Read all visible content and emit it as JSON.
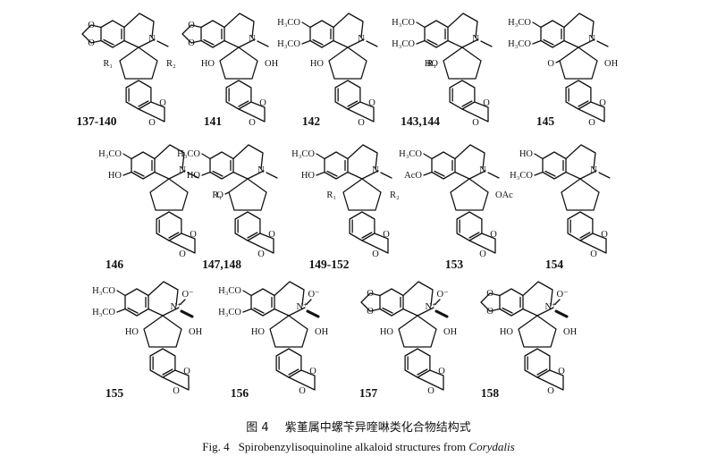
{
  "structures": [
    {
      "id": "137-140",
      "top_text": "",
      "subs": {
        "r1": "R₁",
        "r2": "R₂"
      }
    },
    {
      "id": "141",
      "top_text": "",
      "subs": {
        "oh1": "HO",
        "oh2": "OH"
      }
    },
    {
      "id": "142",
      "top_text": "H₃CO",
      "top_text2": "H₃CO",
      "subs": {
        "oh1": "HO"
      }
    },
    {
      "id": "143,144",
      "top_text": "H₃CO",
      "top_text2": "H₃CO",
      "subs": {
        "oh1": "HO",
        "r1": "R₁"
      }
    },
    {
      "id": "145",
      "top_text": "H₃CO",
      "top_text2": "H₃CO",
      "subs": {
        "o": "O",
        "oh2": "OH"
      }
    },
    {
      "id": "146",
      "top_text": "H₃CO",
      "top_text2": "HO",
      "subs": {}
    },
    {
      "id": "147,148",
      "top_text": "H₃CO",
      "top_text2": "HO",
      "subs": {
        "o": "O",
        "r1": "R₁"
      }
    },
    {
      "id": "149-152",
      "top_text": "H₃CO",
      "top_text2": "HO",
      "subs": {
        "r1": "R₁",
        "r2": "R₂"
      }
    },
    {
      "id": "153",
      "top_text": "H₃CO",
      "top_text2": "AcO",
      "subs": {
        "oac": "OAc"
      }
    },
    {
      "id": "154",
      "top_text": "HO",
      "top_text2": "H₃CO",
      "subs": {}
    },
    {
      "id": "155",
      "top_text": "H₃CO",
      "top_text2": "H₃CO",
      "subs": {
        "oh1": "HO",
        "oh2": "OH",
        "nplus": "N⁺",
        "ominus": "O⁻"
      }
    },
    {
      "id": "156",
      "top_text": "H₃CO",
      "top_text2": "H₃CO",
      "subs": {
        "oh1": "HO",
        "oh2": "OH",
        "nplus": "N⁺",
        "ominus": "O⁻"
      }
    },
    {
      "id": "157",
      "top_text": "",
      "subs": {
        "oh1": "HO",
        "oh2": "OH",
        "nplus": "N⁺",
        "ominus": "O⁻"
      }
    },
    {
      "id": "158",
      "top_text": "",
      "subs": {
        "oh1": "HO",
        "oh2": "OH",
        "nplus": "N⁺",
        "ominus": "O⁻"
      }
    }
  ],
  "atom_labels": {
    "n": "N",
    "o": "O"
  },
  "caption": {
    "cn_label": "图 4",
    "cn_text": "紫堇属中螺苄异喹啉类化合物结构式",
    "en_label": "Fig. 4",
    "en_text": "Spirobenzylisoquinoline alkaloid structures from",
    "en_genus": "Corydalis"
  }
}
